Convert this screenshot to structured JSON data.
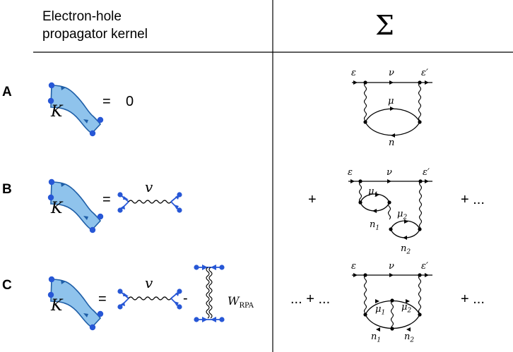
{
  "header": {
    "left_line1": "Electron-hole",
    "left_line2": "propagator kernel",
    "right_symbol": "Σ"
  },
  "rows": [
    {
      "label": "A",
      "kernel_symbol": "K",
      "equals": "=",
      "rhs": "0",
      "sigma_labels": {
        "eps": "ε",
        "nu": "ν",
        "eps_prime": "ε′",
        "mu": "μ",
        "n": "n"
      }
    },
    {
      "label": "B",
      "kernel_symbol": "K",
      "equals": "=",
      "interaction": "v",
      "prefix": "+",
      "suffix": "+ ...",
      "sigma_labels": {
        "eps": "ε",
        "nu": "ν",
        "eps_prime": "ε′",
        "mu1": "μ",
        "mu1_sub": "1",
        "mu2": "μ",
        "mu2_sub": "2",
        "n1": "n",
        "n1_sub": "1",
        "n2": "n",
        "n2_sub": "2"
      }
    },
    {
      "label": "C",
      "kernel_symbol": "K",
      "equals": "=",
      "interaction": "v",
      "minus": "-",
      "screened": "W",
      "screened_sub": "RPA",
      "prefix": "... + ...",
      "suffix": "+ ...",
      "sigma_labels": {
        "eps": "ε",
        "nu": "ν",
        "eps_prime": "ε′",
        "mu1": "μ",
        "mu1_sub": "1",
        "mu2": "μ",
        "mu2_sub": "2",
        "n1": "n",
        "n1_sub": "1",
        "n2": "n",
        "n2_sub": "2"
      }
    }
  ],
  "colors": {
    "kernel_fill": "#8fc3ec",
    "kernel_stroke": "#1f5fa8",
    "vertex_blue": "#2757d6",
    "line": "#000000"
  }
}
